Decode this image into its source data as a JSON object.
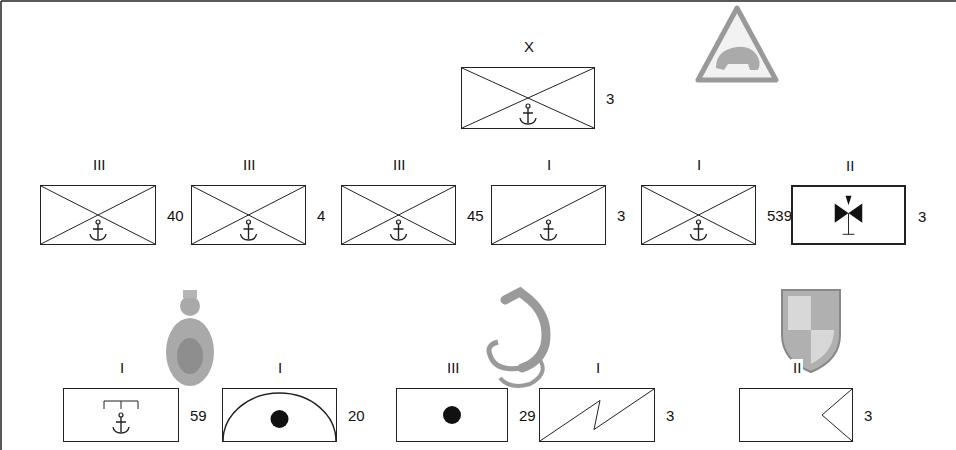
{
  "diagram": {
    "nodes": [
      {
        "text": [
          "X",
          "3"
        ]
      },
      {
        "text": [
          "III",
          "40"
        ]
      },
      {
        "text": [
          "III",
          "4"
        ]
      },
      {
        "text": [
          "III",
          "45"
        ]
      },
      {
        "text": [
          "I",
          "3"
        ]
      },
      {
        "text": [
          "I",
          "539"
        ]
      },
      {
        "text": [
          "II",
          "3"
        ]
      },
      {
        "text": [
          "I",
          "59"
        ]
      },
      {
        "text": [
          "I",
          "20"
        ]
      },
      {
        "text": [
          "III",
          "29"
        ]
      },
      {
        "text": [
          "I",
          "3"
        ]
      },
      {
        "text": [
          "II",
          "3"
        ]
      }
    ]
  }
}
